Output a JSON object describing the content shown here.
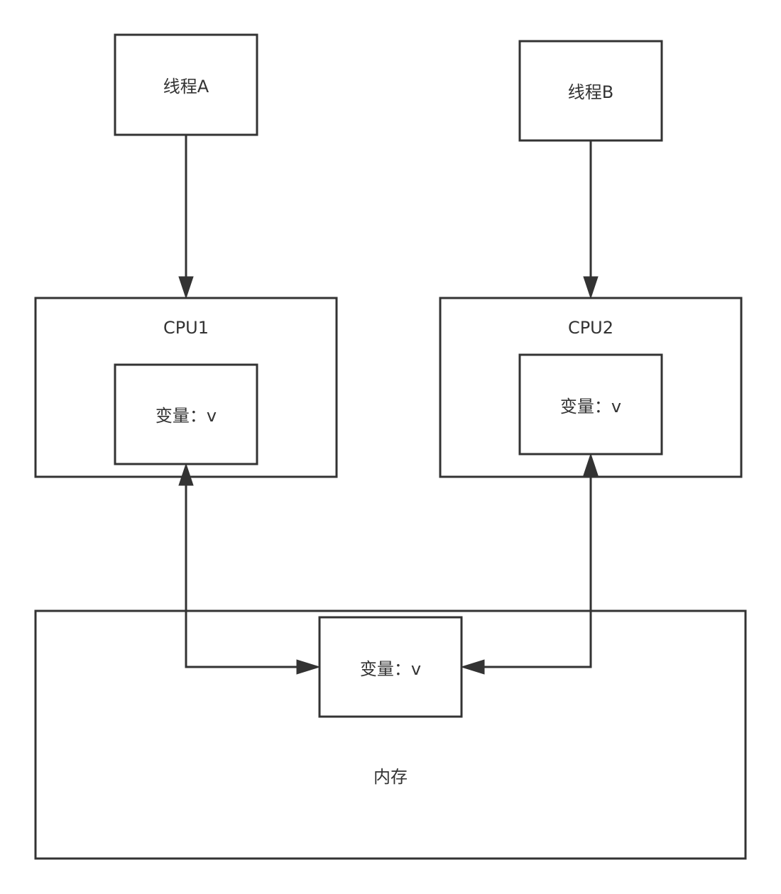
{
  "diagram": {
    "nodes": {
      "thread_a": {
        "label": "线程A"
      },
      "thread_b": {
        "label": "线程B"
      },
      "cpu1": {
        "label": "CPU1"
      },
      "cpu1_var": {
        "label": "变量：v"
      },
      "cpu2": {
        "label": "CPU2"
      },
      "cpu2_var": {
        "label": "变量：v"
      },
      "memory": {
        "label": "内存"
      },
      "memory_var": {
        "label": "变量：v"
      }
    },
    "edges": [
      {
        "from": "thread_a",
        "to": "cpu1",
        "direction": "one-way"
      },
      {
        "from": "thread_b",
        "to": "cpu2",
        "direction": "one-way"
      },
      {
        "from": "cpu1_var",
        "to": "memory_var",
        "direction": "two-way"
      },
      {
        "from": "cpu2_var",
        "to": "memory_var",
        "direction": "two-way"
      }
    ],
    "colors": {
      "stroke": "#333333",
      "fill": "#ffffff",
      "text": "#333333"
    }
  }
}
